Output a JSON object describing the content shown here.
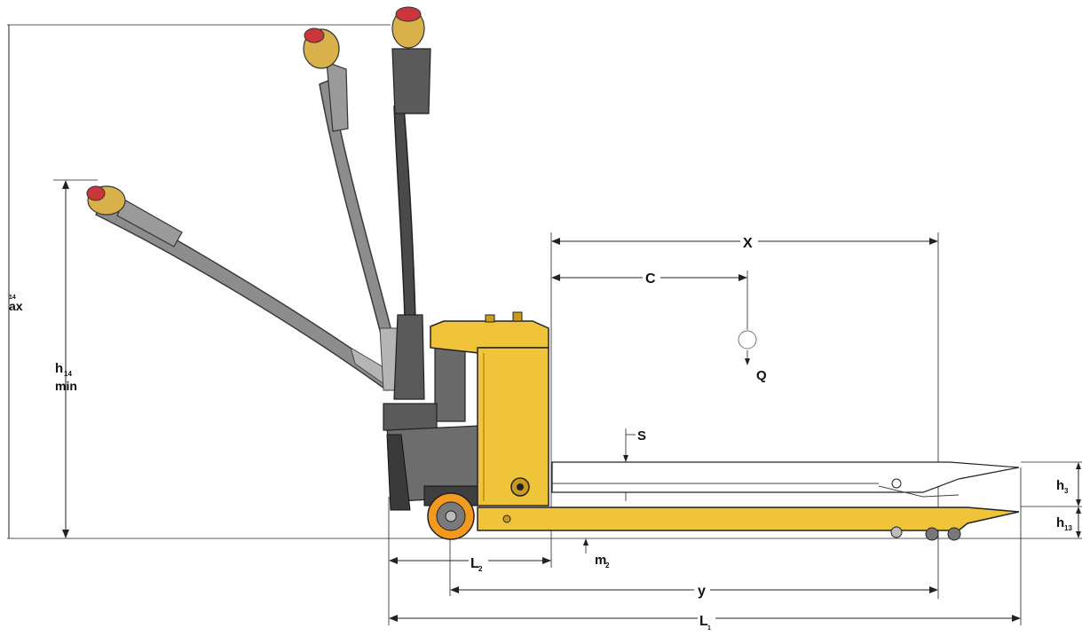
{
  "diagram": {
    "labels": {
      "h14_max_sub": "14",
      "h14_max_word": "ax",
      "h14_min_main": "h",
      "h14_min_sub": "14",
      "h14_min_word": "min",
      "x": "X",
      "c": "C",
      "q": "Q",
      "s": "S",
      "h3_main": "h",
      "h3_sub": "3",
      "h13_main": "h",
      "h13_sub": "13",
      "l2_main": "L",
      "l2_sub": "2",
      "m2_main": "m",
      "m2_sub": "2",
      "y": "y",
      "l1_main": "L",
      "l1_sub": "1"
    },
    "colors": {
      "body_yellow": "#efc33a",
      "body_yellow_dark": "#c99a1c",
      "handle_gray": "#8d8d8d",
      "handle_dark": "#4a4a4a",
      "knob_red": "#c9373c",
      "wheel_orange": "#f39a1e",
      "tyre_dark": "#3a3a3a",
      "line": "#222222"
    }
  }
}
